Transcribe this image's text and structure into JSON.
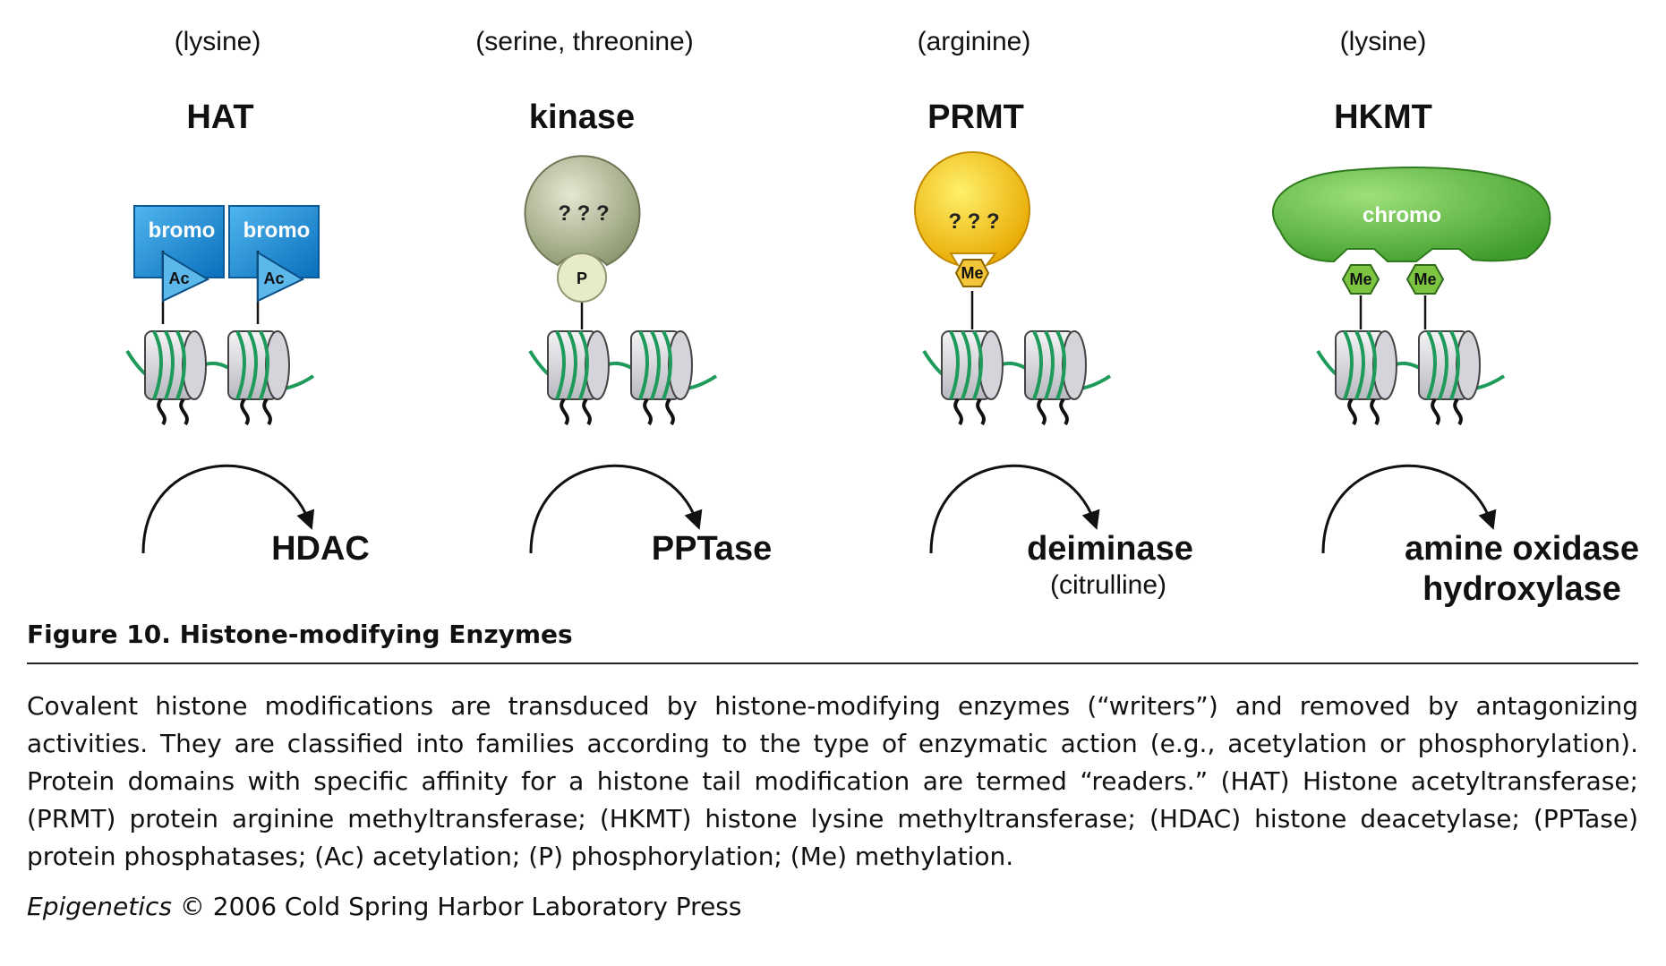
{
  "figure": {
    "columns": [
      {
        "substrate": "(lysine)",
        "writer": "HAT",
        "domain_label": "bromo",
        "mark": "Ac",
        "reverser": "HDAC",
        "reverser_extra": "",
        "reader_color": "#1f8fd6",
        "mark_color": "#4fb2e8"
      },
      {
        "substrate": "(serine, threonine)",
        "writer": "kinase",
        "domain_label": "? ? ?",
        "mark": "P",
        "reverser": "PPTase",
        "reverser_extra": "",
        "reader_color": "#a8b28e",
        "mark_color": "#e8ebc8"
      },
      {
        "substrate": "(arginine)",
        "writer": "PRMT",
        "domain_label": "? ? ?",
        "mark": "Me",
        "reverser": "deiminase",
        "reverser_extra": "(citrulline)",
        "reader_color": "#f2bf12",
        "mark_color": "#f3c63a"
      },
      {
        "substrate": "(lysine)",
        "writer": "HKMT",
        "domain_label": "chromo",
        "mark": "Me",
        "reverser": "amine oxidase",
        "reverser_extra": "hydroxylase",
        "reader_color": "#5cbc3c",
        "mark_color": "#7cc442"
      }
    ],
    "colors": {
      "dna": "#1e9a5a",
      "nucleosome": "#e2e2e6",
      "tails": "#111111"
    }
  },
  "caption": {
    "title": "Figure 10. Histone-modifying Enzymes",
    "body": "Covalent histone modifications are transduced by histone-modifying enzymes (“writers”) and removed by antagonizing activities. They are classified into families according to the type of enzymatic action (e.g., acetylation or phosphorylation). Protein domains with specific affinity for a histone tail modification are termed “readers.” (HAT) Histone acetyltransferase; (PRMT) protein arginine methyltransferase; (HKMT) histone lysine methyltransferase; (HDAC) histone deacetylase; (PPTase) protein phosphatases; (Ac) acetylation; (P) phosphorylation; (Me) methylation.",
    "credit_book": "Epigenetics",
    "credit_rest": " © 2006 Cold Spring Harbor Laboratory Press"
  }
}
